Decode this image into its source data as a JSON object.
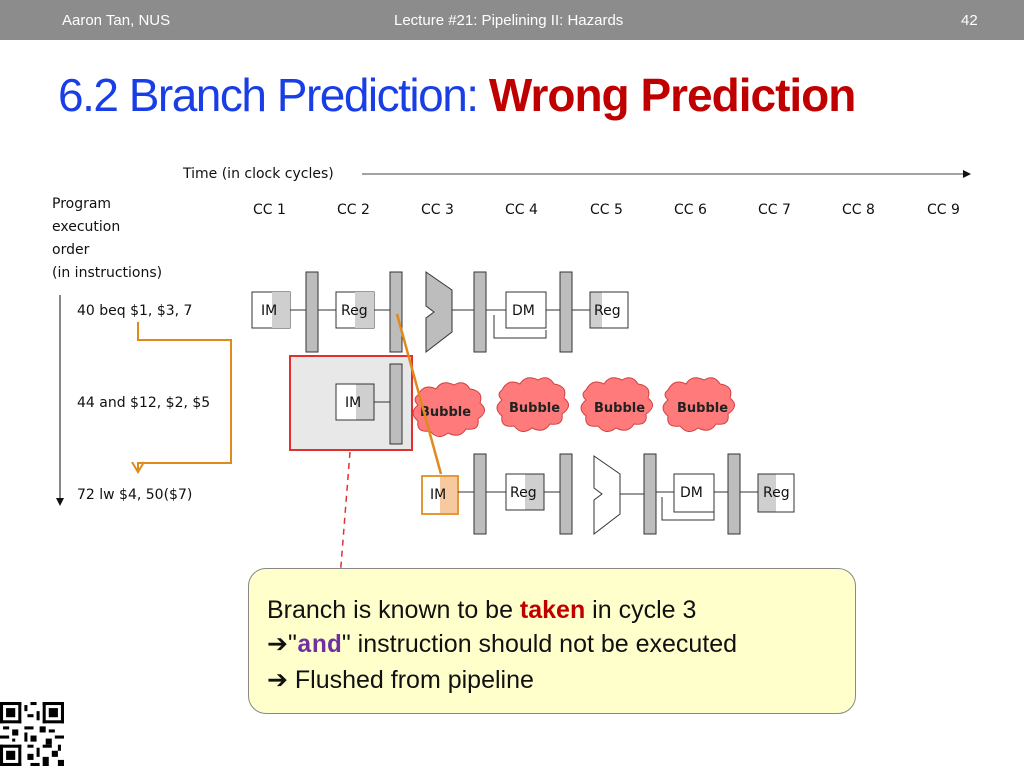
{
  "header": {
    "author": "Aaron Tan, NUS",
    "lecture": "Lecture #21: Pipelining II: Hazards",
    "page_number": "42"
  },
  "title": {
    "main": "6.2 Branch Prediction: ",
    "emphasis": "Wrong Prediction"
  },
  "diagram": {
    "time_label": "Time (in clock cycles)",
    "order_label": [
      "Program",
      "execution",
      "order",
      "(in instructions)"
    ],
    "cycles": [
      "CC 1",
      "CC 2",
      "CC 3",
      "CC 4",
      "CC 5",
      "CC 6",
      "CC 7",
      "CC 8",
      "CC 9"
    ],
    "instructions": [
      "40 beq $1, $3, 7",
      "44 and $12, $2, $5",
      "72 lw $4, 50($7)"
    ],
    "stages": {
      "im": "IM",
      "reg": "Reg",
      "dm": "DM"
    },
    "bubble": "Bubble"
  },
  "note": {
    "line1_pre": "Branch is known to be ",
    "line1_taken": "taken",
    "line1_post": " in cycle 3",
    "line2_arrow": "➔",
    "line2_quote_open": "\"",
    "line2_code": "and",
    "line2_post": "\" instruction should not be executed",
    "line3": "➔ Flushed from pipeline"
  },
  "colors": {
    "header_bg": "#8c8c8c",
    "title_blue": "#1a3ee6",
    "title_red": "#c00000",
    "flush_box": "#e03030",
    "arrow_orange": "#e08a1e",
    "bubble_fill": "#ff7a7a",
    "note_bg": "#ffffcc"
  }
}
